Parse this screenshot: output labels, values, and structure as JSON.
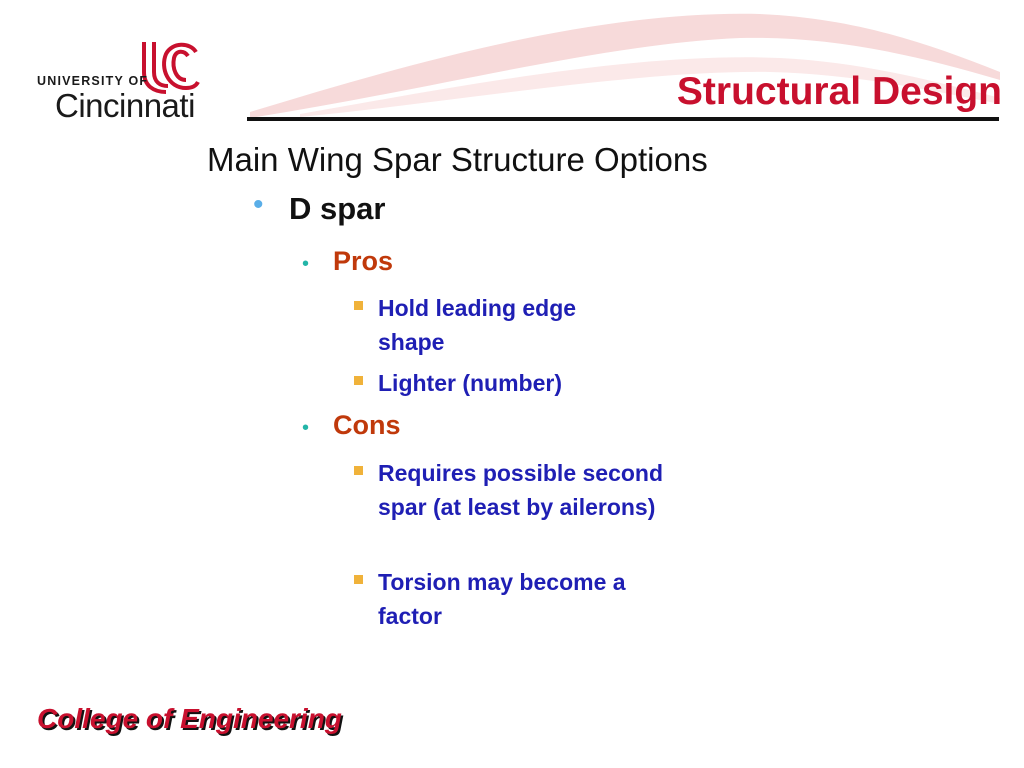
{
  "header": {
    "university_of": "UNIVERSITY OF",
    "university_name": "Cincinnati",
    "slide_title": "Structural Design"
  },
  "main": {
    "subtitle": "Main Wing Spar Structure Options",
    "level1": "D spar",
    "pros_label": "Pros",
    "pros": [
      "Hold leading edge shape",
      "Lighter (number)"
    ],
    "cons_label": "Cons",
    "cons": [
      "Requires possible second spar (at least by ailerons)",
      "Torsion may become a factor"
    ]
  },
  "footer": {
    "text": "College of Engineering"
  },
  "colors": {
    "brand_red": "#c8102e",
    "level2_text": "#c0390b",
    "level3_text": "#1f1fb4",
    "bullet_level1": "#5aaee8",
    "bullet_level2": "#23b5a8",
    "bullet_level3": "#f0b23a"
  }
}
